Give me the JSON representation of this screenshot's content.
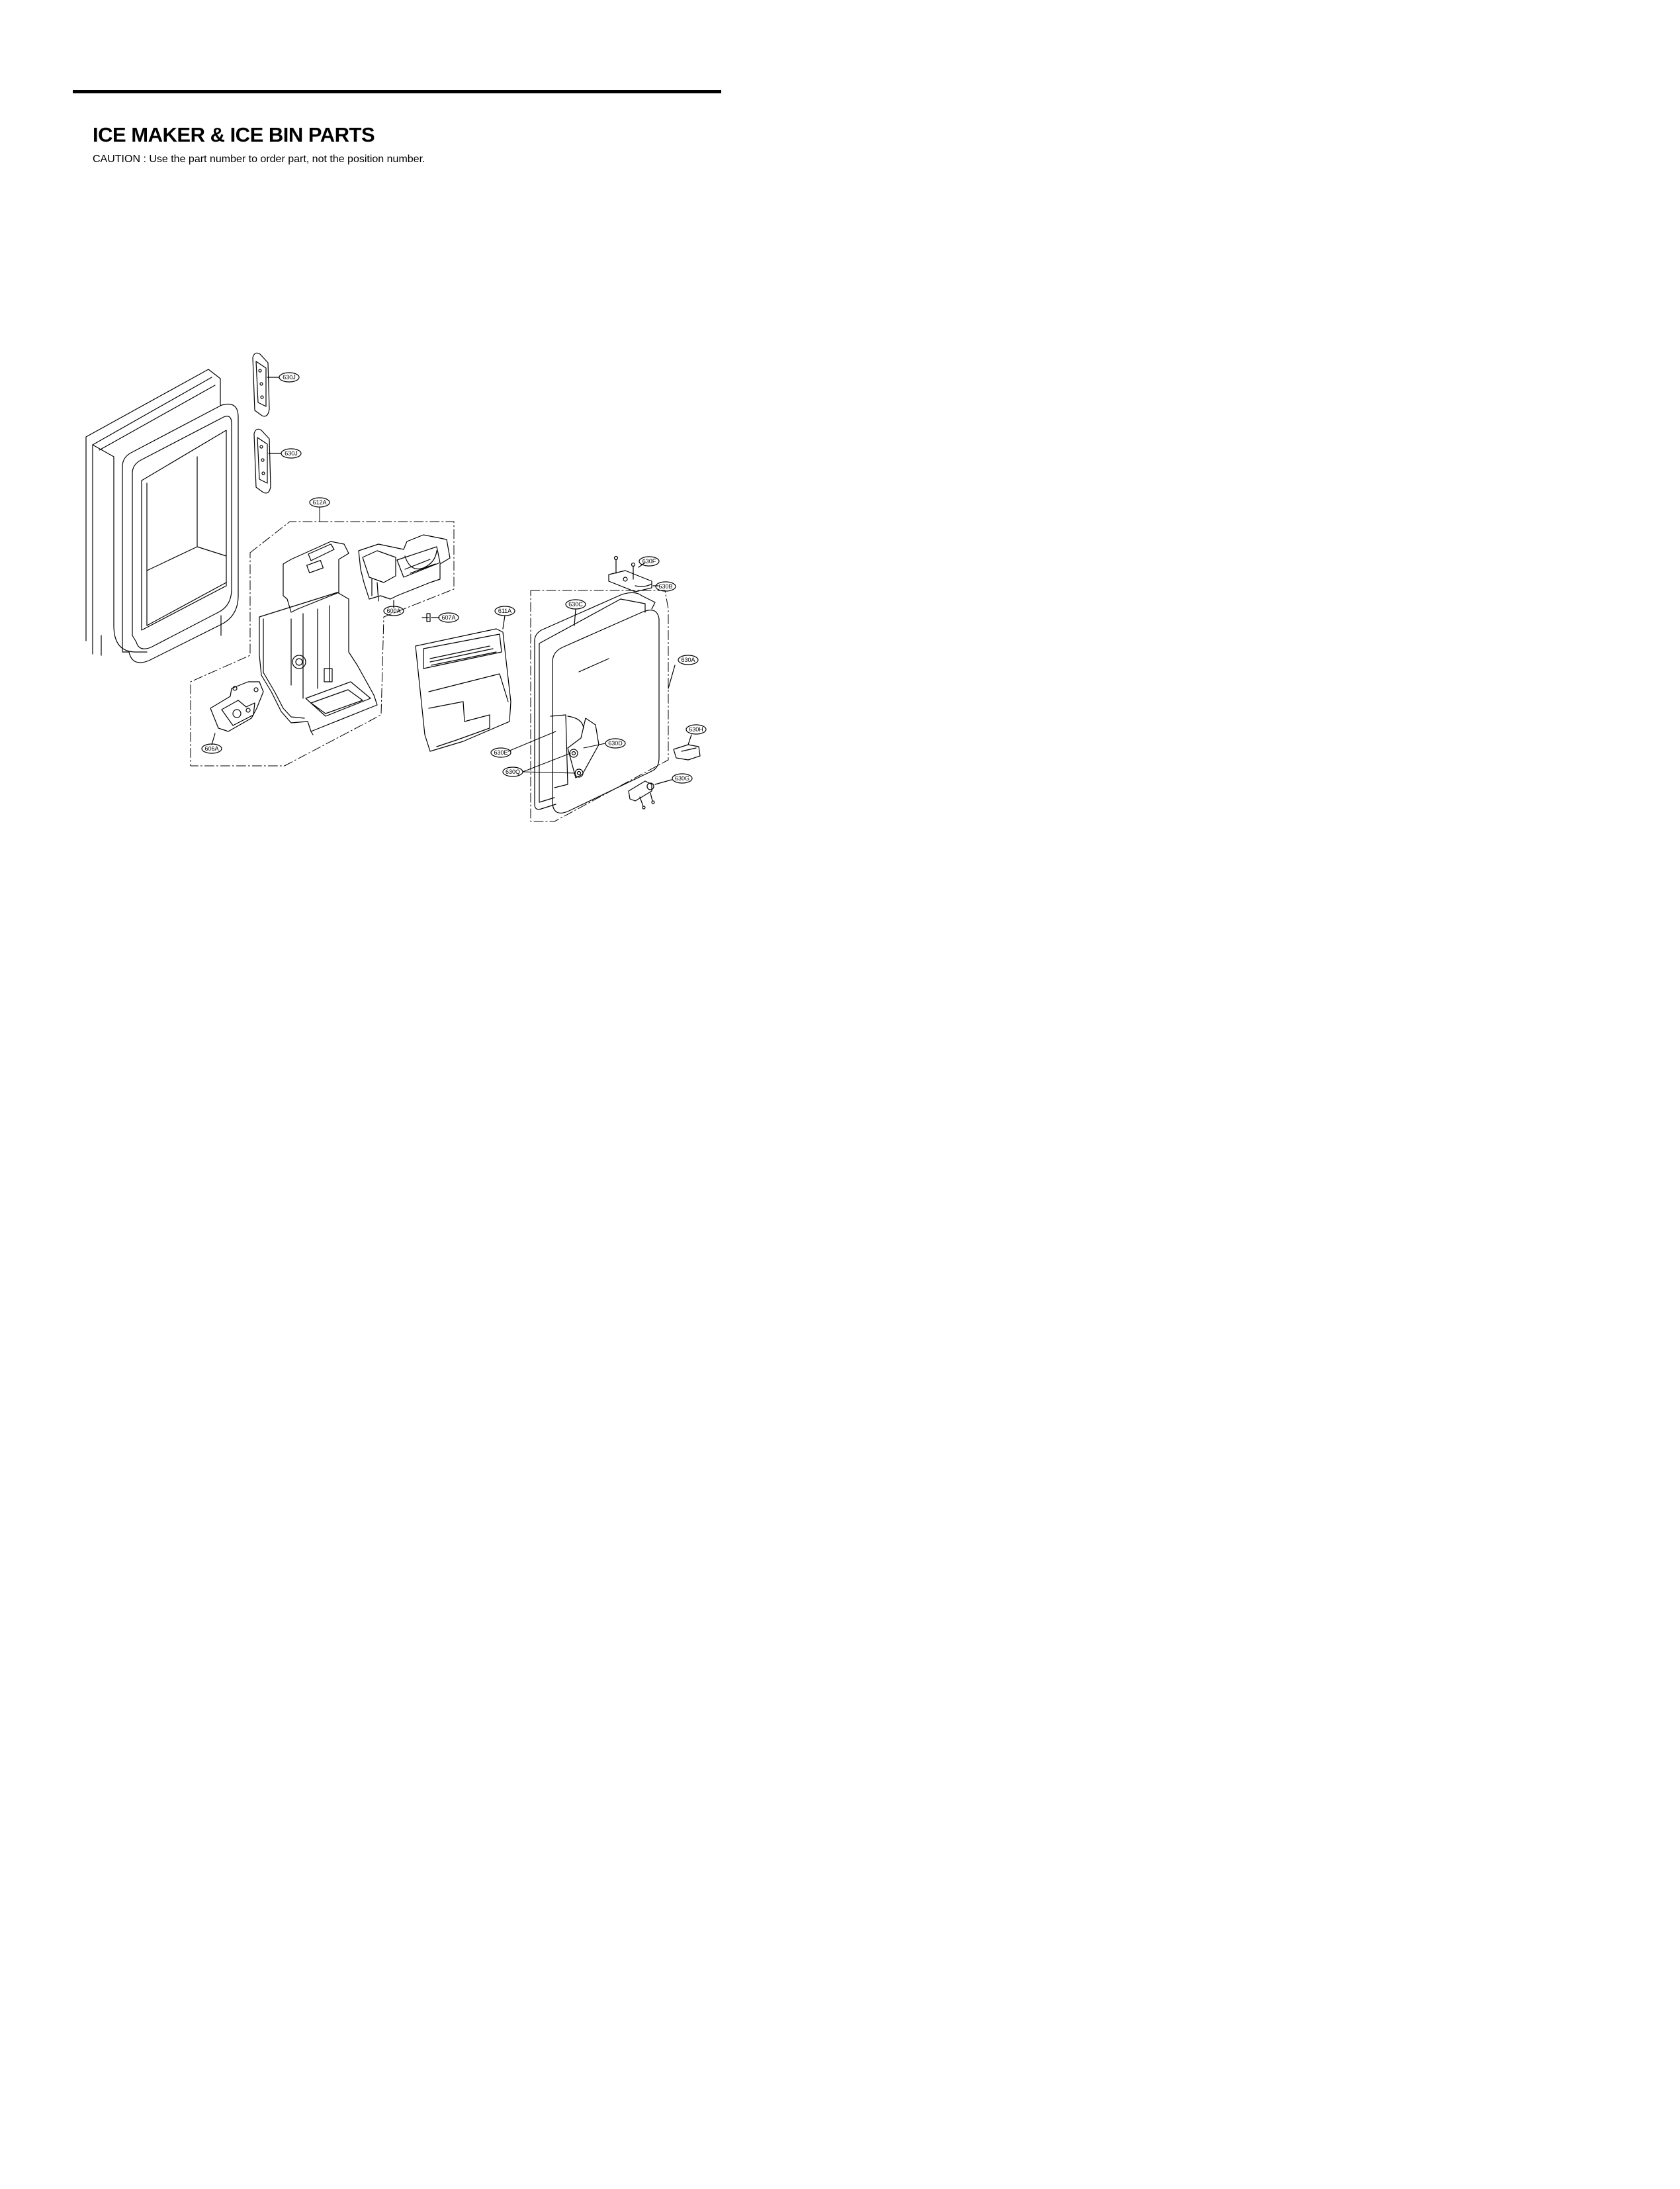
{
  "header": {
    "title": "ICE MAKER & ICE BIN PARTS",
    "caution": "CAUTION : Use the part number to order part, not the position number."
  },
  "callouts": {
    "c630J_top": "630J",
    "c630J_bottom": "630J",
    "c612A": "612A",
    "c600A": "600A",
    "c607A": "607A",
    "c611A": "611A",
    "c606A": "606A",
    "c630F": "630F",
    "c630B": "630B",
    "c630C": "630C",
    "c630A": "630A",
    "c630H": "630H",
    "c630D": "630D",
    "c630E": "630E",
    "c630Q": "630Q",
    "c630G": "630G"
  }
}
